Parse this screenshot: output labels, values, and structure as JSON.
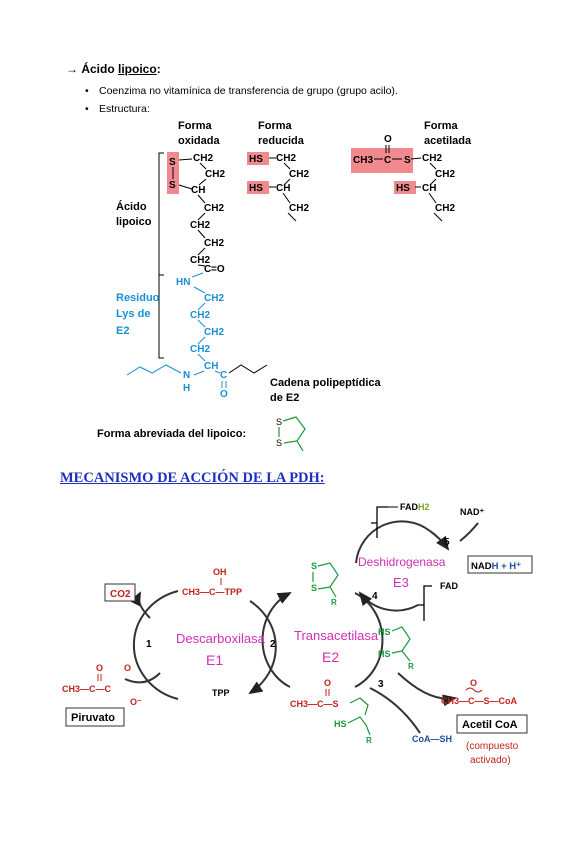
{
  "section_heading": {
    "arrow": "→",
    "prefix": "Ácido ",
    "underlined": "lipoico",
    "suffix": ":"
  },
  "bullets": [
    "Coenzima no vitamínica de transferencia de grupo (grupo acilo).",
    "Estructura:"
  ],
  "structure": {
    "col_headers": {
      "oxidada": [
        "Forma",
        "oxidada"
      ],
      "reducida": [
        "Forma",
        "reducida"
      ],
      "acetilada": [
        "Forma",
        "acetilada"
      ]
    },
    "acido_label": [
      "Ácido",
      "lipoico"
    ],
    "residuo_label": [
      "Residuo",
      "Lys de",
      "E2"
    ],
    "cadena_label": [
      "Cadena polipeptídica",
      "de E2"
    ],
    "atoms": {
      "S": "S",
      "CH2": "CH2",
      "CH": "CH",
      "C": "C",
      "O": "O",
      "HN": "HN",
      "N": "N",
      "H": "H",
      "HS": "HS",
      "CH3": "CH3",
      "eqO": "=O"
    },
    "abbrev_label": "Forma abreviada del lipoico:",
    "highlight_color": "#f08a8f",
    "lys_color": "#1a8fd6"
  },
  "mechanism": {
    "title": "MECANISMO DE ACCIÓN DE LA PDH:",
    "enzymes": {
      "e1": {
        "name": "Descarboxilasa",
        "code": "E1"
      },
      "e2": {
        "name": "Transacetilasa",
        "code": "E2"
      },
      "e3": {
        "name": "Deshidrogenasa",
        "code": "E3"
      }
    },
    "enzyme_color": "#d02fb5",
    "steps": [
      "1",
      "2",
      "3",
      "4",
      "5"
    ],
    "species": {
      "co2": "CO2",
      "oh": "OH",
      "hydroxyethyl": "CH3—C—TPP",
      "tpp": "TPP",
      "piruvato": "Piruvato",
      "pyruvate_formula": "CH3—C—C",
      "o_minus": "O⁻",
      "acetyl_lipoamide": "CH3—C—S",
      "hs": "HS",
      "r": "R",
      "s": "S",
      "fadh2_fad": "FAD",
      "fadh2_h2": "H2",
      "fad": "FAD",
      "nad_plus": "NAD⁺",
      "nadh_nad": "NAD",
      "nadh_h": "H + H⁺",
      "coash": "CoA—SH",
      "acetyl_coa_formula": "CH3—C—S—CoA",
      "acetyl_coa": "Acetil CoA",
      "compuesto": "(compuesto",
      "activado": "activado)"
    },
    "colors": {
      "red": "#c4211b",
      "green": "#1a9a3a",
      "blue": "#1d4fa3",
      "olive": "#7aa62a"
    }
  }
}
